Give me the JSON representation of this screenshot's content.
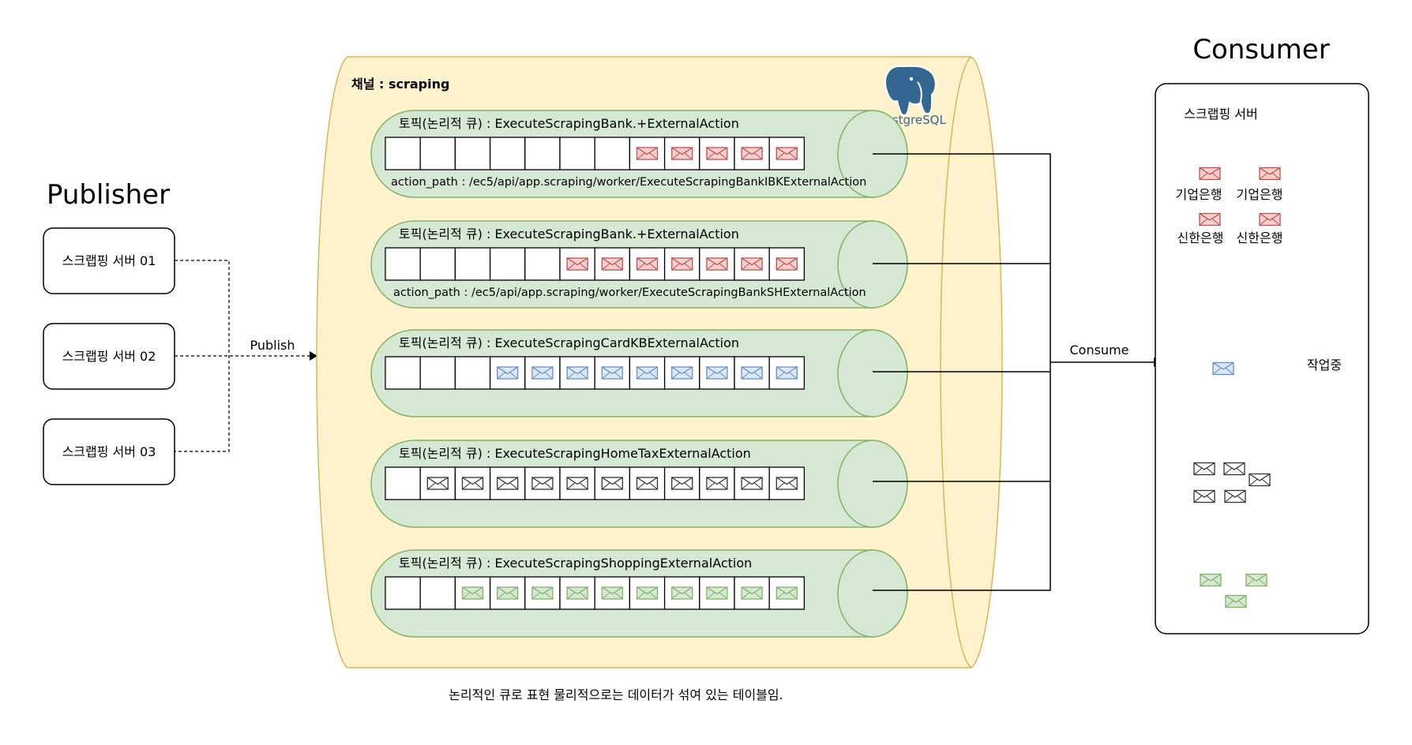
{
  "publisher": {
    "title": "Publisher",
    "servers": [
      "스크랩핑 서버 01",
      "스크랩핑 서버 02",
      "스크랩핑 서버 03"
    ],
    "publish_label": "Publish"
  },
  "channel": {
    "label": "채널 : scraping",
    "db_logo_text": "PostgreSQL",
    "footnote": "논리적인 큐로 표현 물리적으로는 데이터가 섞여 있는 테이블임."
  },
  "topics": [
    {
      "title": "토픽(논리적 큐) : ExecuteScrapingBank.+ExternalAction",
      "path": "action_path : /ec5/api/app.scraping/worker/ExecuteScrapingBankIBKExternalAction",
      "empty_slots": 7,
      "messages": 5,
      "msg_color": "red"
    },
    {
      "title": "토픽(논리적 큐) : ExecuteScrapingBank.+ExternalAction",
      "path": "action_path : /ec5/api/app.scraping/worker/ExecuteScrapingBankSHExternalAction",
      "empty_slots": 5,
      "messages": 7,
      "msg_color": "red"
    },
    {
      "title": "토픽(논리적 큐) : ExecuteScrapingCardKBExternalAction",
      "path": "",
      "empty_slots": 3,
      "messages": 9,
      "msg_color": "blue"
    },
    {
      "title": "토픽(논리적 큐) : ExecuteScrapingHomeTaxExternalAction",
      "path": "",
      "empty_slots": 1,
      "messages": 11,
      "msg_color": "black"
    },
    {
      "title": "토픽(논리적 큐) : ExecuteScrapingShoppingExternalAction",
      "path": "",
      "empty_slots": 2,
      "messages": 10,
      "msg_color": "green"
    }
  ],
  "consume_label": "Consume",
  "consumer": {
    "title": "Consumer",
    "server_label": "스크랩핑 서버",
    "bank_labels": [
      "기업은행",
      "기업은행",
      "신한은행",
      "신한은행"
    ],
    "working_label": "작업중"
  },
  "colors": {
    "cylinder_fill": "#fff2cc",
    "cylinder_stroke": "#d6b656",
    "topic_fill": "#d5e8d4",
    "topic_stroke": "#82b366",
    "msg_red": "#b85450",
    "msg_red_fill": "#f8cecc",
    "msg_blue": "#6c8ebf",
    "msg_blue_fill": "#dae8fc",
    "msg_green": "#82b366",
    "msg_green_fill": "#d5e8d4",
    "msg_black": "#333333",
    "msg_black_fill": "#ffffff",
    "pg_blue": "#336791"
  }
}
